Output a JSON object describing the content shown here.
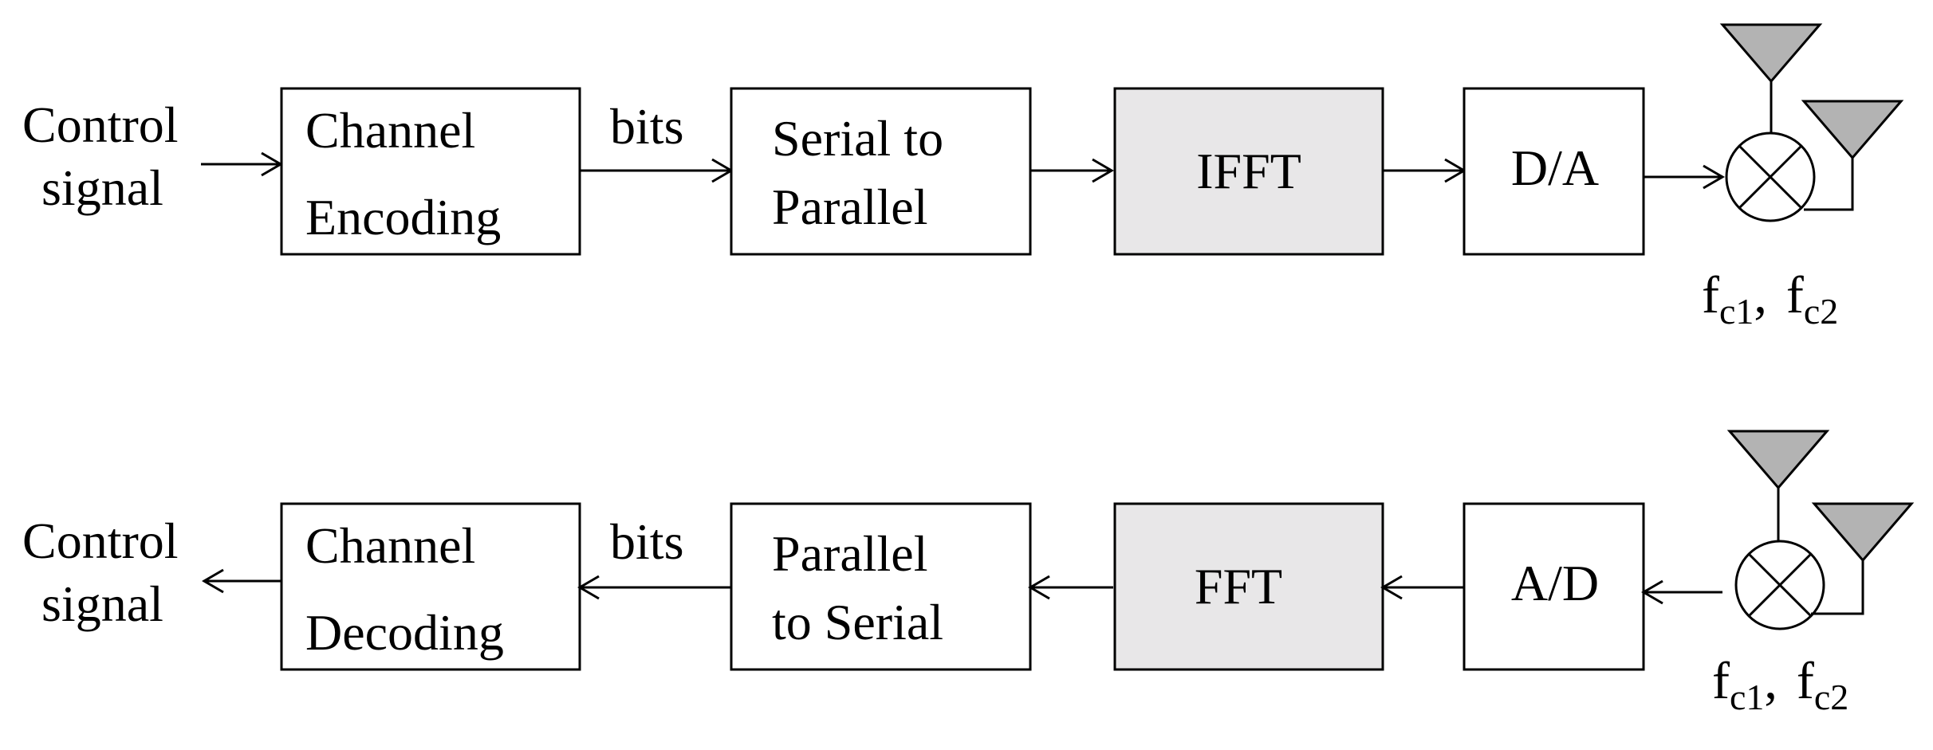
{
  "colors": {
    "stroke": "#000000",
    "box_fill": "#ffffff",
    "fft_fill": "#e8e7e8",
    "antenna_fill": "#b3b3b3"
  },
  "transmitter": {
    "input_label": [
      "Control",
      "signal"
    ],
    "channel_encoding": [
      "Channel",
      "Encoding"
    ],
    "bits_label": "bits",
    "serial_to_parallel": [
      "Serial to",
      "Parallel"
    ],
    "ifft": "IFFT",
    "dac": "D/A",
    "mixer_icon": "mixer-icon",
    "antenna_icon": "antenna-icon",
    "freq": {
      "f1": "f",
      "sub1": "c1",
      "sep": ",",
      "f2": "f",
      "sub2": "c2"
    }
  },
  "receiver": {
    "output_label": [
      "Control",
      "signal"
    ],
    "channel_decoding": [
      "Channel",
      "Decoding"
    ],
    "bits_label": "bits",
    "parallel_to_serial": [
      "Parallel",
      "to Serial"
    ],
    "fft": "FFT",
    "adc": "A/D",
    "mixer_icon": "mixer-icon",
    "antenna_icon": "antenna-icon",
    "freq": {
      "f1": "f",
      "sub1": "c1",
      "sep": ",",
      "f2": "f",
      "sub2": "c2"
    }
  }
}
